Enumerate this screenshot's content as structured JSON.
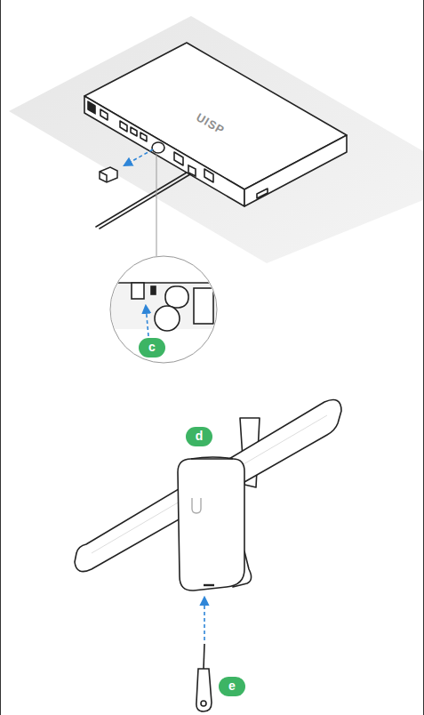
{
  "diagram": {
    "labels": [
      "UISP",
      "c",
      "d",
      "e"
    ]
  }
}
